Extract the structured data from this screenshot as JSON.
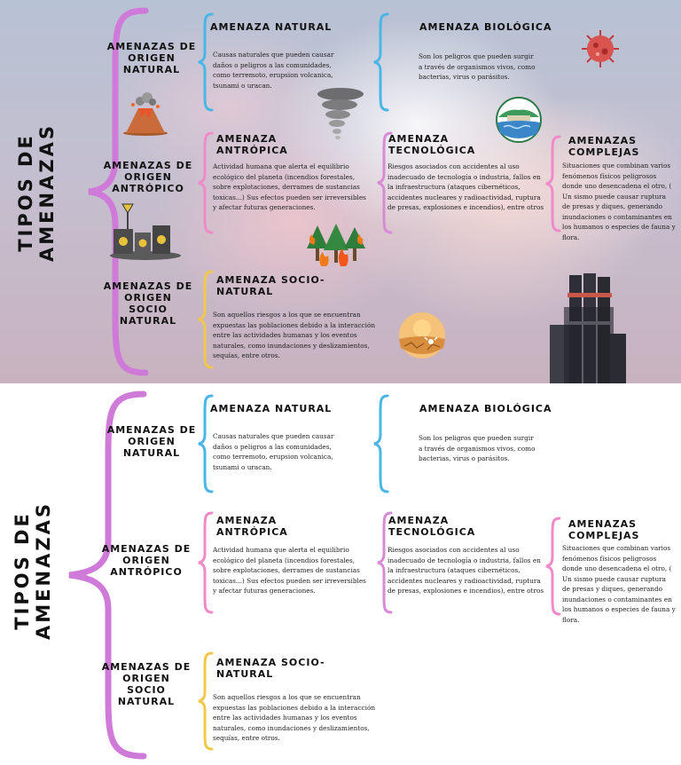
{
  "diagram": {
    "root": "TIPOS DE\nAMENAZAS",
    "groups": {
      "natural": "AMENAZAS DE\nORIGEN\nNATURAL",
      "antropico": "AMENAZAS DE\nORIGEN\nANTRÓPICO",
      "socio": "AMENAZAS DE\nORIGEN\nSOCIO\nNATURAL"
    },
    "nodes": {
      "natural": {
        "title": "AMENAZA NATURAL",
        "text": "Causas naturales que pueden causar daños o peligros a las comunidades, como terremoto, erupsion volcanica, tsunami o uracan."
      },
      "biologica": {
        "title": "AMENAZA BIOLÓGICA",
        "text": "Son los peligros que pueden surgir a través de organismos vivos, como bacterias, virus o parásitos."
      },
      "antropica": {
        "title": "AMENAZA\nANTRÓPICA",
        "text": "Actividad humana que alerta el equilibrio ecológico del planeta (incendios forestales, sobre explotaciones, derrames de sustancias toxicas...) Sus efectos pueden ser irreversibles y afectar futuras generaciones."
      },
      "tecnologica": {
        "title": "AMENAZA\nTECNOLÓGICA",
        "text": "Riesgos asociados con accidentes al uso inadecuado de tecnología o industria, fallos en la infraestructura (ataques cibernéticos, accidentes nucleares y radioactividad, ruptura de presas, explosiones e incendios), entre otros"
      },
      "complejas": {
        "title": "AMENAZAS\nCOMPLEJAS",
        "text": "Situaciones que combinan varios fenómenos físicos peligrosos donde uno desencadena el otro, ( Un sismo puede causar ruptura de presas y diques, generando inundaciones o contaminantes en los humanos o especies de fauna y flora."
      },
      "socio": {
        "title": "AMENAZA SOCIO-\nNATURAL",
        "text": "Son aquellos riesgos a los que se encuentran expuestas las poblaciones debido a la interacción entre las actividades humanas y los eventos naturales, como inundaciones y deslizamientos, sequías, entre otros."
      }
    }
  },
  "icons": [
    "volcano-icon",
    "tornado-icon",
    "virus-icon",
    "flood-icon",
    "forest-fire-icon",
    "toxic-barrels-icon",
    "drought-icon",
    "factory-chimney-icon"
  ],
  "colors": {
    "root_brace": "#cf7ad9",
    "natural_brace": "#4ab6e8",
    "antropico_brace": "#f08ac8",
    "tecnologico_brace": "#d88ad6",
    "socio_brace": "#f2c84a"
  }
}
